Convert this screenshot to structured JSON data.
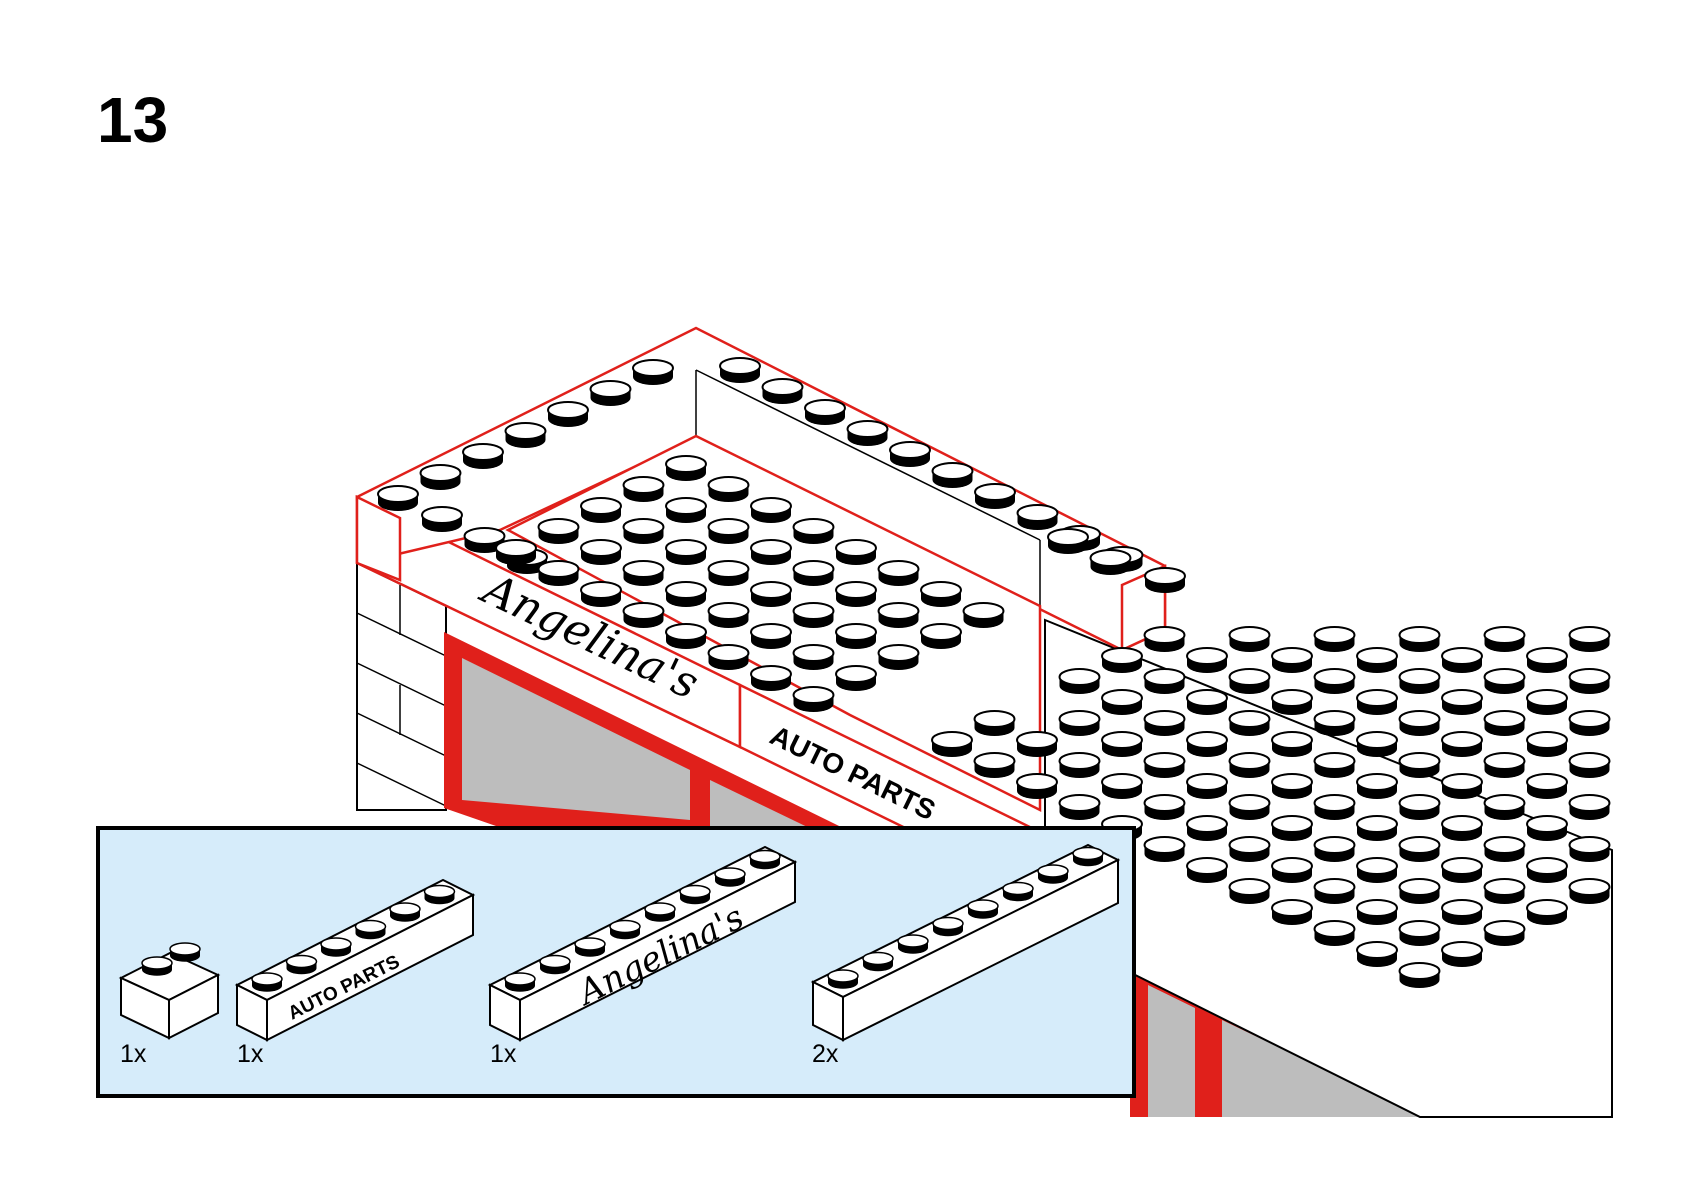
{
  "step": {
    "number": "13"
  },
  "model": {
    "sign_script": "Angelina's",
    "sign_caps": "AUTO PARTS"
  },
  "parts": [
    {
      "quantity": "1x",
      "name": "1x2 brick",
      "studs": 2,
      "print": ""
    },
    {
      "quantity": "1x",
      "name": "1x6 brick",
      "studs": 6,
      "print": "AUTO PARTS"
    },
    {
      "quantity": "1x",
      "name": "1x8 brick",
      "studs": 8,
      "print": "Angelina's"
    },
    {
      "quantity": "2x",
      "name": "1x8 brick",
      "studs": 8,
      "print": ""
    }
  ],
  "colors": {
    "highlight": "#e0201b",
    "window_glass": "#bdbdbd",
    "panel_background": "#d6ecfa",
    "brick": "#ffffff",
    "outline": "#000000"
  }
}
